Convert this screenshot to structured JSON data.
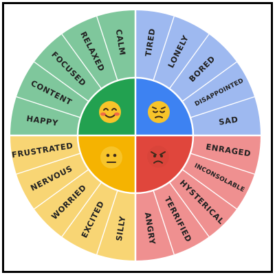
{
  "quadrants": [
    {
      "id": "happy",
      "outer_color": "#7fc79c",
      "inner_color": "#22a150",
      "face": {
        "name": "smiling-face-with-blush-icon",
        "fill": "#f7c42a"
      },
      "words": [
        "CALM",
        "RELAXED",
        "FOCUSED",
        "CONTENT",
        "HAPPY"
      ]
    },
    {
      "id": "sad",
      "outer_color": "#9eb9f0",
      "inner_color": "#3d82f2",
      "face": {
        "name": "pensive-face-icon",
        "fill": "#f7c42a"
      },
      "words": [
        "TIRED",
        "LONELY",
        "BORED",
        "DISAPPOINTED",
        "SAD"
      ]
    },
    {
      "id": "worried",
      "outer_color": "#f8d574",
      "inner_color": "#f5b301",
      "face": {
        "name": "neutral-face-icon",
        "fill": "#f7c42a"
      },
      "words": [
        "SILLY",
        "EXCITED",
        "WORRIED",
        "NERVOUS",
        "FRUSTRATED"
      ]
    },
    {
      "id": "angry",
      "outer_color": "#ef9090",
      "inner_color": "#e0463c",
      "face": {
        "name": "angry-face-icon",
        "fill": "#d9443a"
      },
      "words": [
        "ENRAGED",
        "INCONSOLABLE",
        "HYSTERICAL",
        "TERRIFIED",
        "ANGRY"
      ]
    }
  ]
}
